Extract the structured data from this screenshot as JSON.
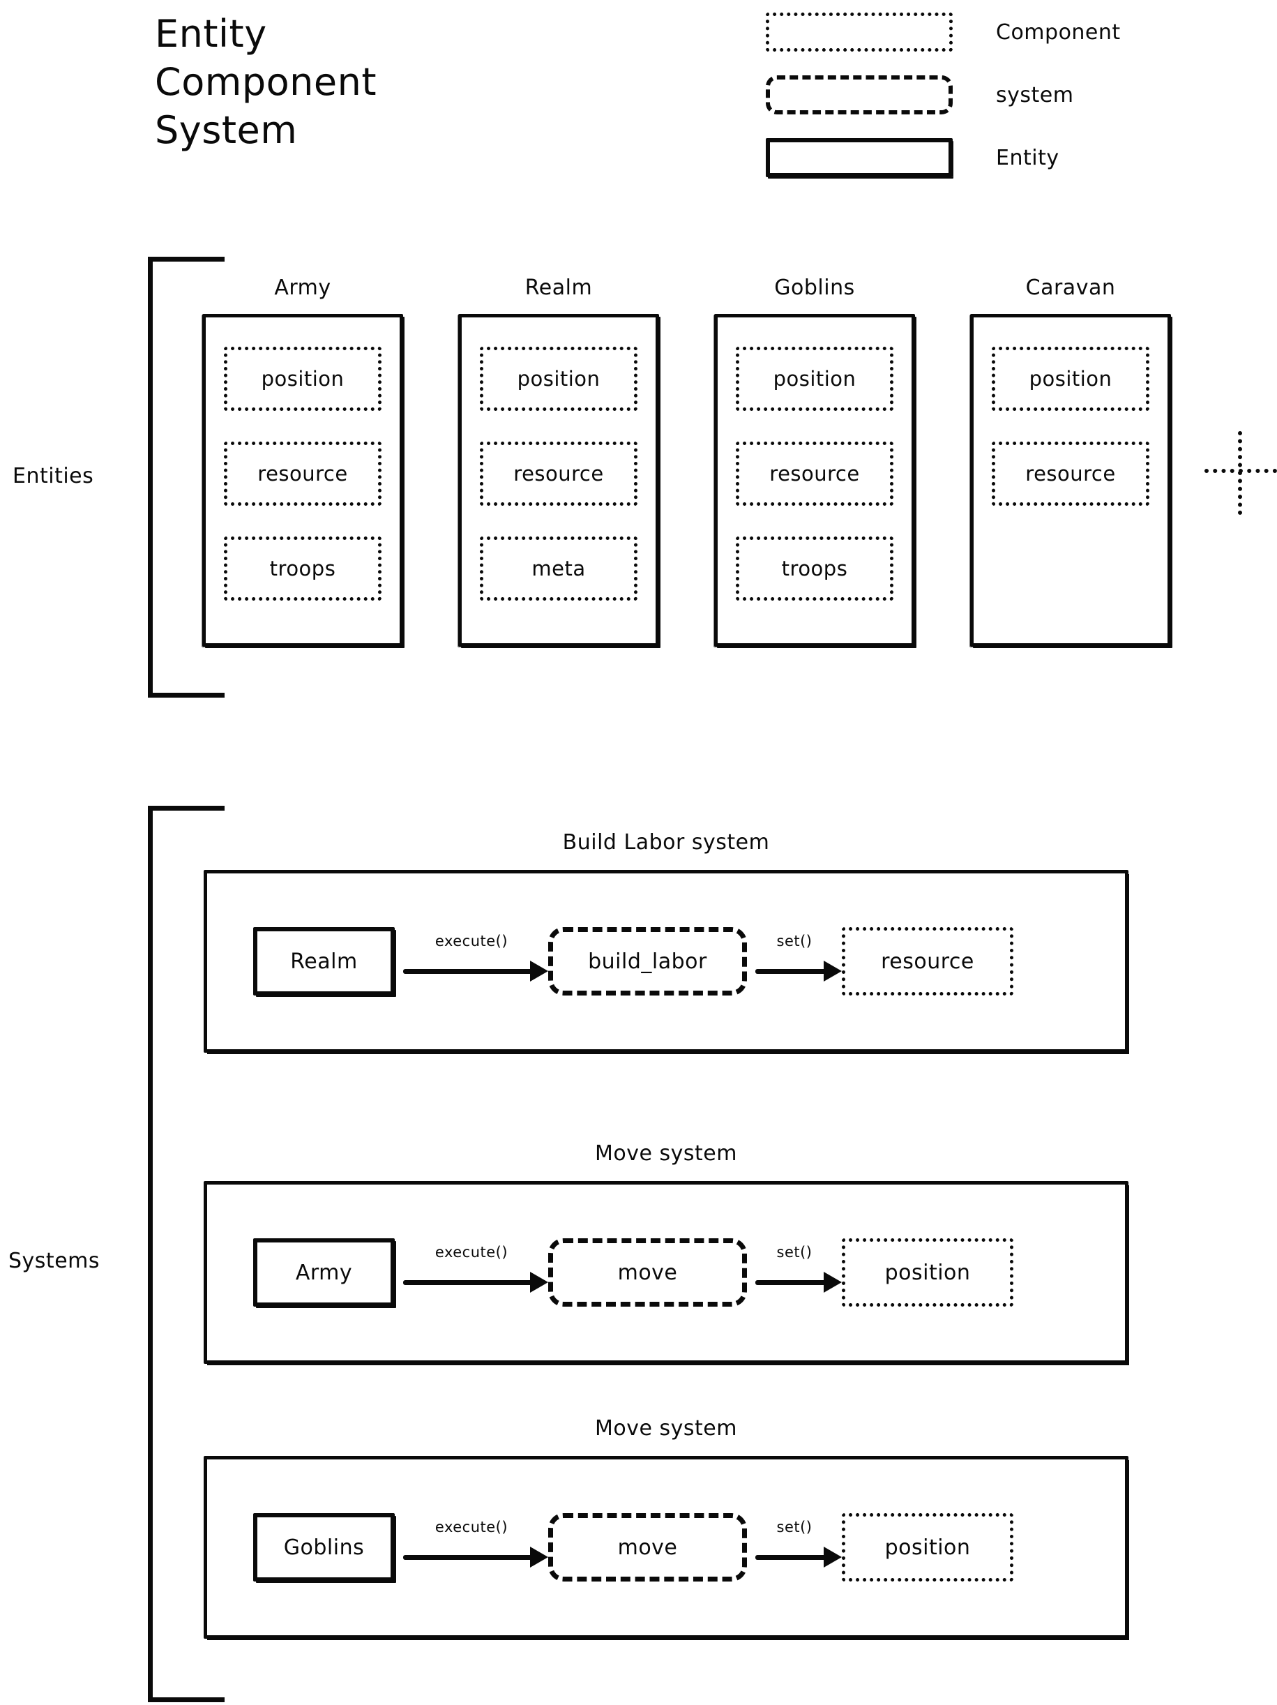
{
  "title": {
    "line1": "Entity",
    "line2": "Component",
    "line3": "System"
  },
  "legend": {
    "items": [
      {
        "shape": "dotted-rectangle",
        "label": "Component"
      },
      {
        "shape": "dashed-rounded-rectangle",
        "label": "system"
      },
      {
        "shape": "solid-rectangle",
        "label": "Entity"
      }
    ]
  },
  "sections": {
    "entities_label": "Entities",
    "systems_label": "Systems"
  },
  "entities": [
    {
      "name": "Army",
      "components": [
        "position",
        "resource",
        "troops"
      ]
    },
    {
      "name": "Realm",
      "components": [
        "position",
        "resource",
        "meta"
      ]
    },
    {
      "name": "Goblins",
      "components": [
        "position",
        "resource",
        "troops"
      ]
    },
    {
      "name": "Caravan",
      "components": [
        "position",
        "resource"
      ]
    }
  ],
  "entities_continuation_icon": "dotted-plus-icon",
  "systems": [
    {
      "title": "Build Labor system",
      "entity": "Realm",
      "call_label": "execute()",
      "system_fn": "build_labor",
      "set_label": "set()",
      "component": "resource"
    },
    {
      "title": "Move system",
      "entity": "Army",
      "call_label": "execute()",
      "system_fn": "move",
      "set_label": "set()",
      "component": "position"
    },
    {
      "title": "Move system",
      "entity": "Goblins",
      "call_label": "execute()",
      "system_fn": "move",
      "set_label": "set()",
      "component": "position"
    }
  ],
  "colors": {
    "ink": "#0a0a0a",
    "background": "#ffffff"
  }
}
